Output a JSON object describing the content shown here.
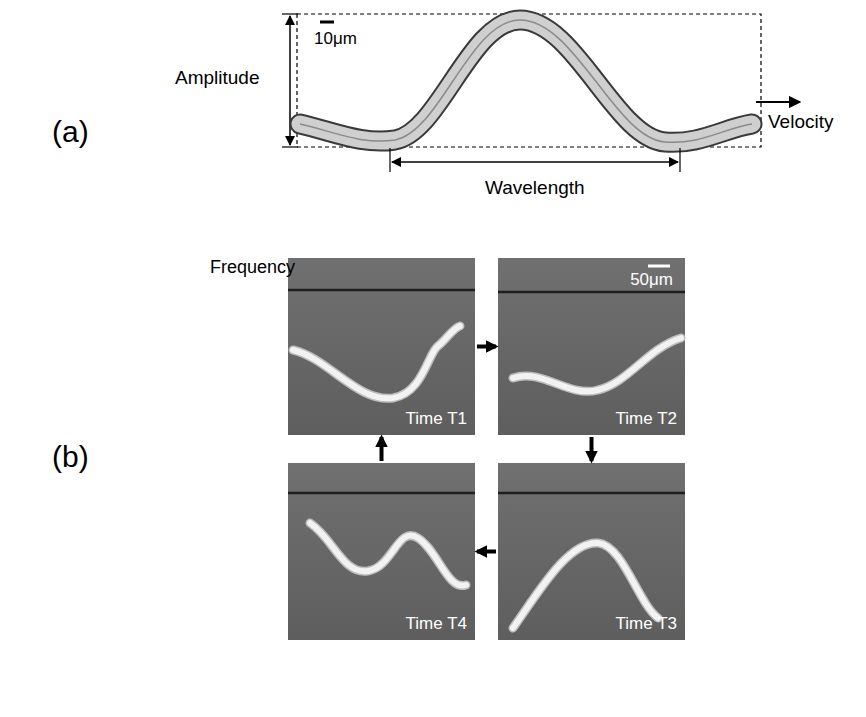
{
  "diagram": {
    "nodes": [
      {
        "text": [
          "Time T1"
        ]
      },
      {
        "text": [
          "50μm",
          "Time T2"
        ]
      },
      {
        "text": [
          "Time T4"
        ]
      },
      {
        "text": [
          "Time T3"
        ]
      }
    ],
    "edges": [
      {
        "from": 0,
        "to": 1,
        "arrow": "to"
      },
      {
        "from": 1,
        "to": 3,
        "arrow": "to"
      },
      {
        "from": 3,
        "to": 2,
        "arrow": "to"
      },
      {
        "from": 2,
        "to": 0,
        "arrow": "to"
      }
    ],
    "labels": [
      "(a)",
      "Amplitude",
      "10μm",
      "Velocity",
      "Wavelength",
      "(b)",
      "Frequency"
    ]
  }
}
